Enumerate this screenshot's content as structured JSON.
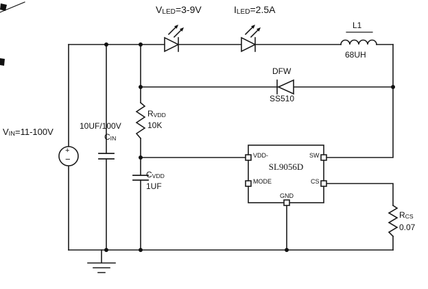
{
  "labels": {
    "vin": {
      "p": "V",
      "s": "IN",
      "r": "=11-100V"
    },
    "cin_value": "10UF/100V",
    "cin": {
      "p": "C",
      "s": "IN"
    },
    "rvdd": {
      "p": "R",
      "s": "VDD"
    },
    "rvdd_value": "10K",
    "cvdd": {
      "p": "C",
      "s": "VDD"
    },
    "cvdd_value": "1UF",
    "vled": {
      "p": "V",
      "s": "LED",
      "r": "=3-9V"
    },
    "iled": {
      "p": "I",
      "s": "LED",
      "r": "=2.5A"
    },
    "l1": "L1",
    "l1_value": "68UH",
    "dfw": "DFW",
    "dfw_part": "SS510",
    "rcs": {
      "p": "R",
      "s": "CS"
    },
    "rcs_value": "0.07",
    "source_plus": "+",
    "source_minus": "−"
  },
  "ic": {
    "part": "SL9056D",
    "pin_vdd": "VDD-",
    "pin_sw": "SW",
    "pin_mode": "MODE",
    "pin_cs": "CS",
    "pin_gnd": "GND"
  }
}
